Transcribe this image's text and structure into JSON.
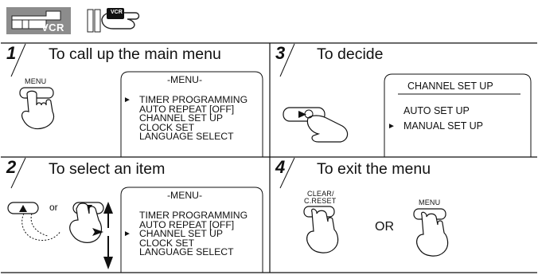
{
  "header": {
    "vcr_badge_label": "VCR",
    "remote_tag_label": "VCR"
  },
  "steps": [
    {
      "number": "1",
      "title": "To call up the main menu",
      "button_label": "MENU",
      "screen": {
        "heading": "-MENU-",
        "items": [
          "TIMER PROGRAMMING",
          "AUTO REPEAT  [OFF]",
          "CHANNEL SET UP",
          "CLOCK SET",
          "LANGUAGE SELECT"
        ],
        "selected_index": 0
      }
    },
    {
      "number": "2",
      "title": "To select an item",
      "or_label": "or",
      "screen": {
        "heading": "-MENU-",
        "items": [
          "TIMER PROGRAMMING",
          "AUTO REPEAT  [OFF]",
          "CHANNEL SET UP",
          "CLOCK SET",
          "LANGUAGE SELECT"
        ],
        "selected_index": 2
      }
    },
    {
      "number": "3",
      "title": "To decide",
      "screen": {
        "heading": "CHANNEL SET UP",
        "items": [
          "AUTO SET UP",
          "MANUAL SET UP"
        ],
        "selected_index": 1
      }
    },
    {
      "number": "4",
      "title": "To exit the menu",
      "clear_label_line1": "CLEAR/",
      "clear_label_line2": "C.RESET",
      "or_label": "OR",
      "menu_label": "MENU"
    }
  ],
  "selection_marker": "►"
}
